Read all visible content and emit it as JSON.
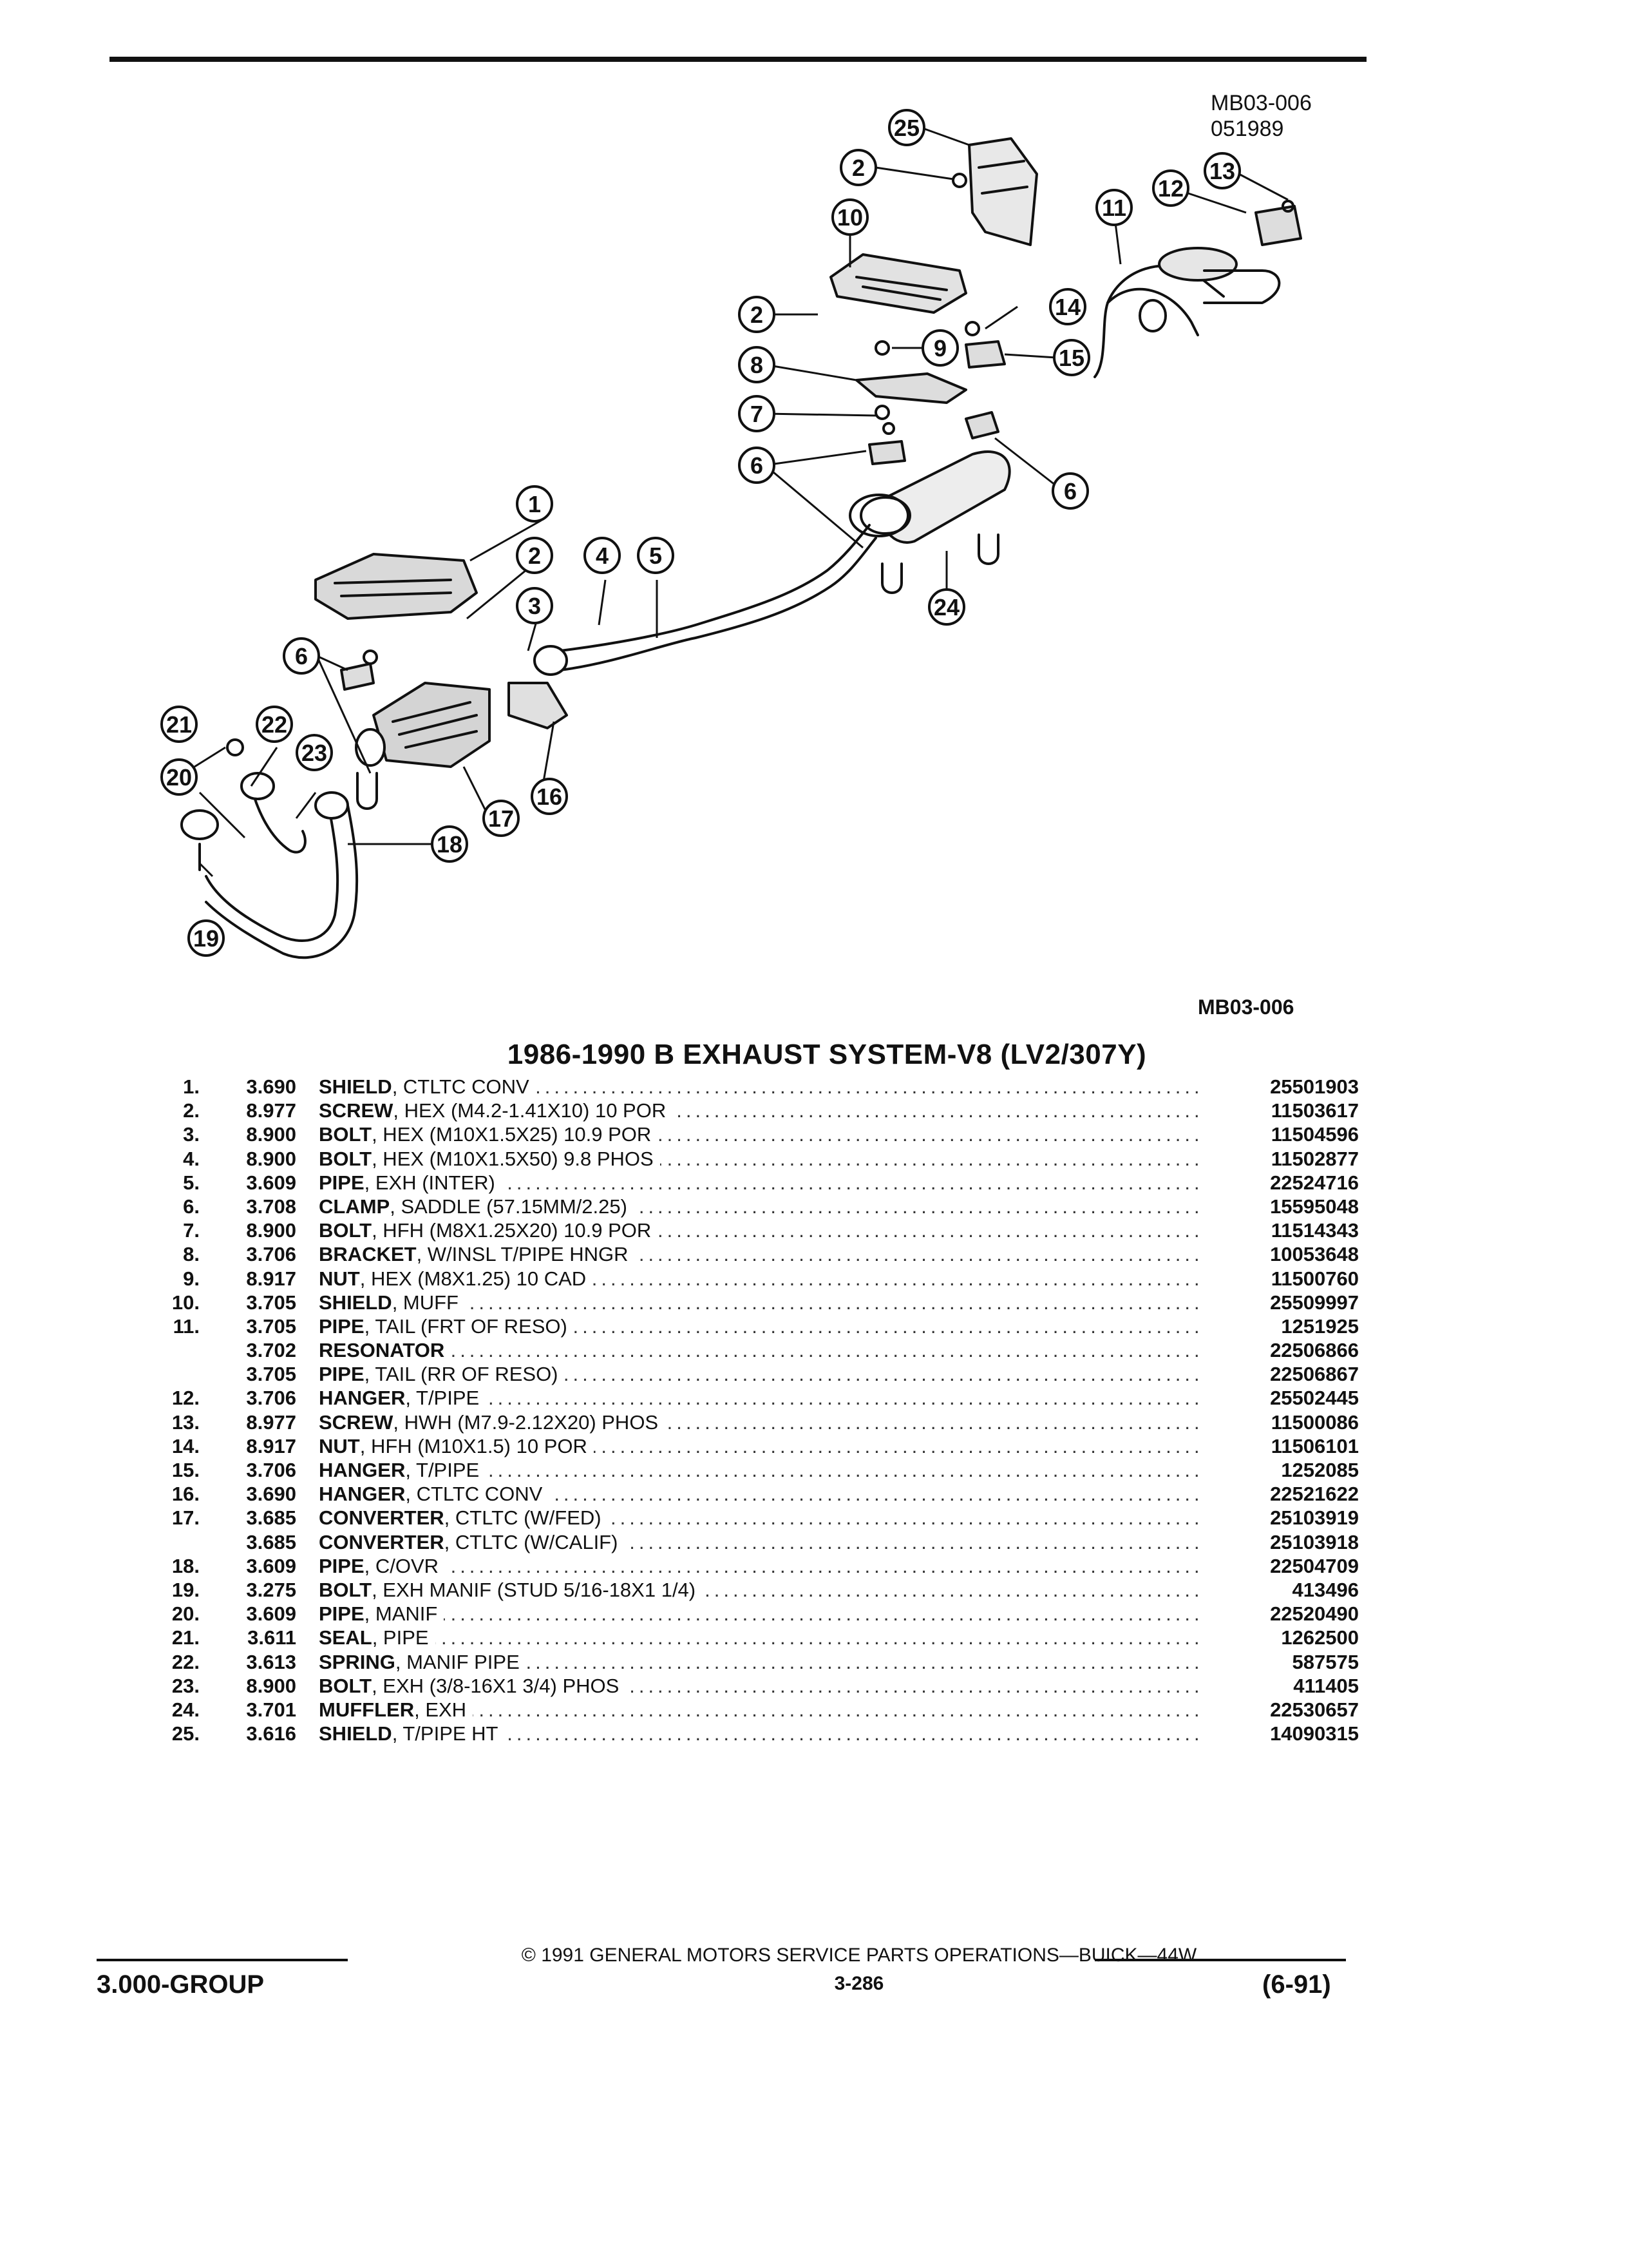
{
  "header": {
    "drawing_id": "MB03-006",
    "drawing_date": "051989"
  },
  "diagram": {
    "caption": "MB03-006",
    "callouts": [
      "1",
      "2",
      "3",
      "4",
      "5",
      "6",
      "7",
      "8",
      "9",
      "10",
      "11",
      "12",
      "13",
      "14",
      "15",
      "16",
      "17",
      "18",
      "19",
      "20",
      "21",
      "22",
      "23",
      "24",
      "25"
    ]
  },
  "title": "1986-1990 B EXHAUST SYSTEM-V8 (LV2/307Y)",
  "parts": [
    {
      "no": "1.",
      "group": "3.690",
      "name": "SHIELD",
      "detail": ", CTLTC CONV",
      "part_number": "25501903"
    },
    {
      "no": "2.",
      "group": "8.977",
      "name": "SCREW",
      "detail": ", HEX (M4.2-1.41X10) 10 POR",
      "part_number": "11503617"
    },
    {
      "no": "3.",
      "group": "8.900",
      "name": "BOLT",
      "detail": ", HEX (M10X1.5X25) 10.9 POR",
      "part_number": "11504596"
    },
    {
      "no": "4.",
      "group": "8.900",
      "name": "BOLT",
      "detail": ", HEX (M10X1.5X50) 9.8 PHOS",
      "part_number": "11502877"
    },
    {
      "no": "5.",
      "group": "3.609",
      "name": "PIPE",
      "detail": ", EXH (INTER)",
      "part_number": "22524716"
    },
    {
      "no": "6.",
      "group": "3.708",
      "name": "CLAMP",
      "detail": ", SADDLE (57.15MM/2.25)",
      "part_number": "15595048"
    },
    {
      "no": "7.",
      "group": "8.900",
      "name": "BOLT",
      "detail": ", HFH (M8X1.25X20) 10.9 POR",
      "part_number": "11514343"
    },
    {
      "no": "8.",
      "group": "3.706",
      "name": "BRACKET",
      "detail": ", W/INSL T/PIPE HNGR",
      "part_number": "10053648"
    },
    {
      "no": "9.",
      "group": "8.917",
      "name": "NUT",
      "detail": ", HEX (M8X1.25) 10 CAD",
      "part_number": "11500760"
    },
    {
      "no": "10.",
      "group": "3.705",
      "name": "SHIELD",
      "detail": ", MUFF",
      "part_number": "25509997"
    },
    {
      "no": "11.",
      "group": "3.705",
      "name": "PIPE",
      "detail": ", TAIL (FRT OF RESO)",
      "part_number": "1251925"
    },
    {
      "no": "",
      "group": "3.702",
      "name": "RESONATOR",
      "detail": "",
      "part_number": "22506866"
    },
    {
      "no": "",
      "group": "3.705",
      "name": "PIPE",
      "detail": ", TAIL (RR OF RESO)",
      "part_number": "22506867"
    },
    {
      "no": "12.",
      "group": "3.706",
      "name": "HANGER",
      "detail": ", T/PIPE",
      "part_number": "25502445"
    },
    {
      "no": "13.",
      "group": "8.977",
      "name": "SCREW",
      "detail": ", HWH (M7.9-2.12X20) PHOS",
      "part_number": "11500086"
    },
    {
      "no": "14.",
      "group": "8.917",
      "name": "NUT",
      "detail": ", HFH (M10X1.5) 10 POR",
      "part_number": "11506101"
    },
    {
      "no": "15.",
      "group": "3.706",
      "name": "HANGER",
      "detail": ", T/PIPE",
      "part_number": "1252085"
    },
    {
      "no": "16.",
      "group": "3.690",
      "name": "HANGER",
      "detail": ", CTLTC CONV",
      "part_number": "22521622"
    },
    {
      "no": "17.",
      "group": "3.685",
      "name": "CONVERTER",
      "detail": ", CTLTC (W/FED)",
      "part_number": "25103919"
    },
    {
      "no": "",
      "group": "3.685",
      "name": "CONVERTER",
      "detail": ", CTLTC (W/CALIF)",
      "part_number": "25103918"
    },
    {
      "no": "18.",
      "group": "3.609",
      "name": "PIPE",
      "detail": ", C/OVR",
      "part_number": "22504709"
    },
    {
      "no": "19.",
      "group": "3.275",
      "name": "BOLT",
      "detail": ", EXH MANIF (STUD 5/16-18X1 1/4)",
      "part_number": "413496"
    },
    {
      "no": "20.",
      "group": "3.609",
      "name": "PIPE",
      "detail": ", MANIF",
      "part_number": "22520490"
    },
    {
      "no": "21.",
      "group": "3.611",
      "name": "SEAL",
      "detail": ", PIPE",
      "part_number": "1262500"
    },
    {
      "no": "22.",
      "group": "3.613",
      "name": "SPRING",
      "detail": ", MANIF PIPE",
      "part_number": "587575"
    },
    {
      "no": "23.",
      "group": "8.900",
      "name": "BOLT",
      "detail": ", EXH (3/8-16X1 3/4) PHOS",
      "part_number": "411405"
    },
    {
      "no": "24.",
      "group": "3.701",
      "name": "MUFFLER",
      "detail": ", EXH",
      "part_number": "22530657"
    },
    {
      "no": "25.",
      "group": "3.616",
      "name": "SHIELD",
      "detail": ", T/PIPE HT",
      "part_number": "14090315"
    }
  ],
  "footer": {
    "group": "3.000-GROUP",
    "copyright": "© 1991 GENERAL MOTORS SERVICE PARTS OPERATIONS—BUICK—44W",
    "page": "3-286",
    "date": "(6-91)"
  }
}
